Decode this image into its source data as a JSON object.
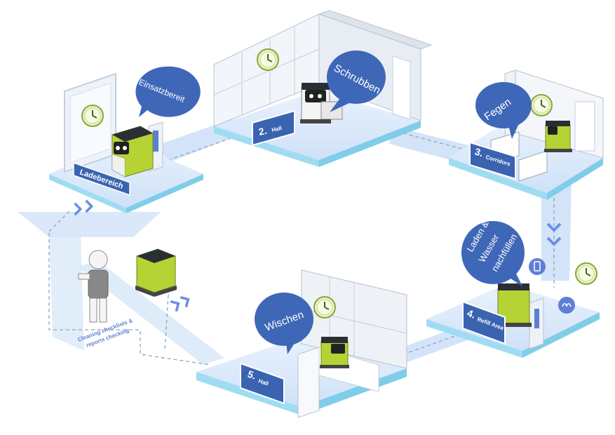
{
  "bubbles": {
    "charging": "Einsatzbereit",
    "hall2": "Schrubben",
    "corridors": "Fegen",
    "refill_line1": "Laden &",
    "refill_line2": "Wasser",
    "refill_line3": "nachfüllen",
    "hall5": "Wischen"
  },
  "signs": {
    "charging": "Ladebereich",
    "hall2_num": "2.",
    "hall2_label": "Hall",
    "corridors_num": "3.",
    "corridors_label": "Corridors",
    "refill_num": "4.",
    "refill_label": "Refill Area",
    "hall5_num": "5.",
    "hall5_label": "Hall"
  },
  "notes": {
    "checklist_line1": "Cleaning checklists &",
    "checklist_line2": "reports checking"
  },
  "icons": [
    "clock-icon",
    "robot-icon",
    "battery-icon",
    "water-drop-icon",
    "chevron-arrow-icon",
    "person-icon"
  ],
  "colors": {
    "bubble": "#3f67b8",
    "sign": "#3a63b0",
    "robot_green": "#b5d334",
    "path": "#cfe0f5",
    "platform_top": "#dbe8fa",
    "platform_edge": "#6fd0ef"
  }
}
